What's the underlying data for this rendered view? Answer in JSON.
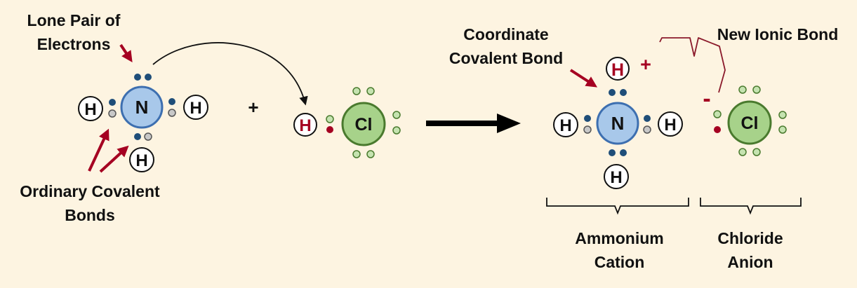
{
  "labels": {
    "lone_pair_line1": "Lone Pair of",
    "lone_pair_line2": "Electrons",
    "ordinary_line1": "Ordinary Covalent",
    "ordinary_line2": "Bonds",
    "coordinate_line1": "Coordinate",
    "coordinate_line2": "Covalent Bond",
    "new_ionic": "New Ionic Bond",
    "ammonium_line1": "Ammonium",
    "ammonium_line2": "Cation",
    "chloride_line1": "Chloride",
    "chloride_line2": "Anion"
  },
  "symbols": {
    "nitrogen": "N",
    "hydrogen": "H",
    "chlorine": "Cl",
    "plus": "+",
    "positive_charge": "+",
    "negative_charge": "-"
  },
  "colors": {
    "background": "#fdf4e1",
    "nitrogen_fill": "#a8c8ea",
    "nitrogen_stroke": "#3d6fb0",
    "chlorine_fill": "#a7d28a",
    "chlorine_stroke": "#4a7a2e",
    "electron_blue": "#1f4e79",
    "electron_grey": "#c8c8c8",
    "electron_red": "#a50021",
    "accent_red": "#a50021",
    "chlorine_electron_fill": "#c5e3b0"
  }
}
